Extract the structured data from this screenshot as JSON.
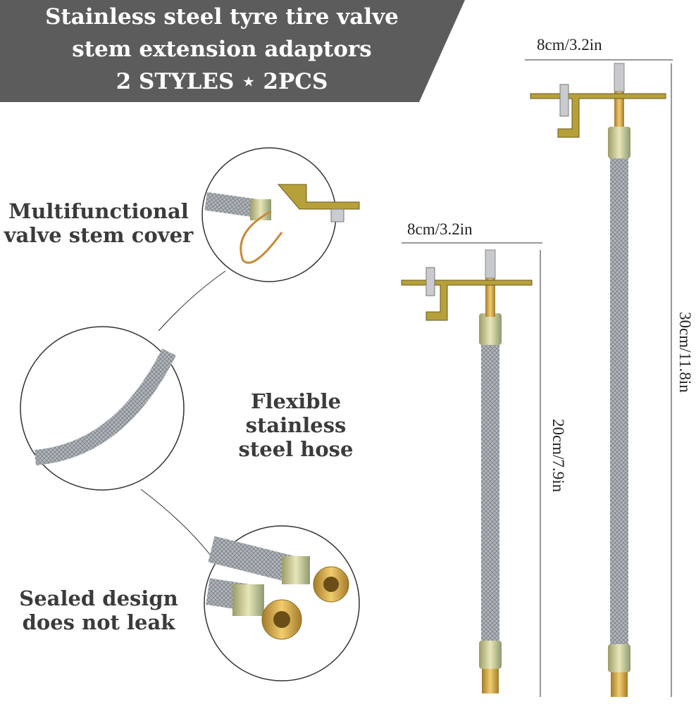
{
  "header": {
    "line1": "Stainless steel tyre tire valve",
    "line2": "stem extension adaptors",
    "line3": "2 STYLES ⋆ 2PCS"
  },
  "features": [
    {
      "label": "Multifunctional valve stem cover"
    },
    {
      "label": "Flexible stainless steel hose"
    },
    {
      "label": "Sealed design does not leak"
    }
  ],
  "features_lines": {
    "f1a": "Multifunctional",
    "f1b": "valve stem cover",
    "f2a": "Flexible stainless",
    "f2b": "steel hose",
    "f3a": "Sealed design",
    "f3b": "does not leak"
  },
  "dimensions": {
    "short_width": "8cm/3.2in",
    "short_length": "20cm/7.9in",
    "long_width": "8cm/3.2in",
    "long_length": "30cm/11.8in"
  },
  "colors": {
    "banner": "#5c5c5c",
    "label": "#3b3b3b",
    "brass": "#c9a04a",
    "steel": "#a9adb3"
  }
}
